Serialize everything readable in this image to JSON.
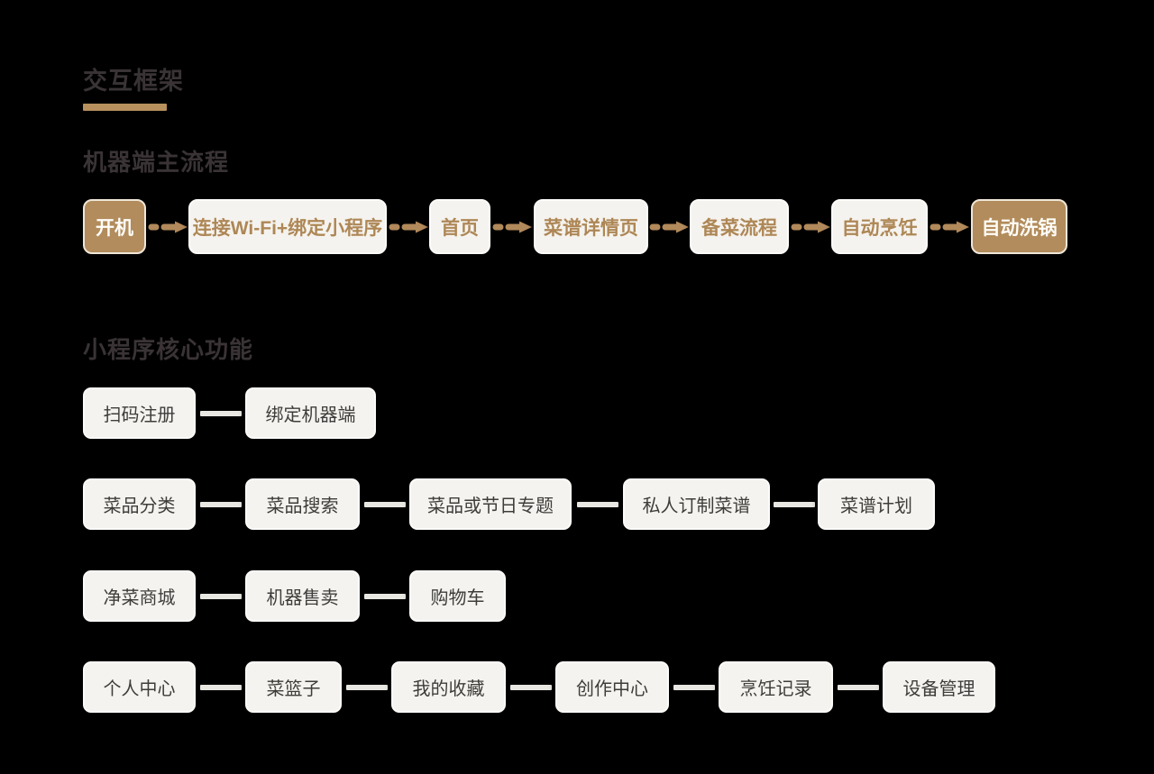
{
  "page": {
    "title": "交互框架",
    "background_color": "#000000"
  },
  "colors": {
    "accent_tan": "#b28c5c",
    "underline_tan": "#b8905e",
    "node_background": "#f5f3ef",
    "node_border": "#fcfbf9",
    "machine_node_text": "#ae8756",
    "mini_node_text": "#3e3d3b",
    "section_title_text": "#3a3335",
    "connector_gray": "#e8e7e2",
    "arrow_tan": "#b2895a"
  },
  "machine_section": {
    "title": "机器端主流程",
    "steps": [
      {
        "label": "开机",
        "accent": true
      },
      {
        "label": "连接Wi-Fi+绑定小程序",
        "accent": false
      },
      {
        "label": "首页",
        "accent": false
      },
      {
        "label": "菜谱详情页",
        "accent": false
      },
      {
        "label": "备菜流程",
        "accent": false
      },
      {
        "label": "自动烹饪",
        "accent": false
      },
      {
        "label": "自动洗锅",
        "accent": true
      }
    ]
  },
  "miniapp_section": {
    "title": "小程序核心功能",
    "rows": [
      {
        "items": [
          "扫码注册",
          "绑定机器端"
        ]
      },
      {
        "items": [
          "菜品分类",
          "菜品搜索",
          "菜品或节日专题",
          "私人订制菜谱",
          "菜谱计划"
        ]
      },
      {
        "items": [
          "净菜商城",
          "机器售卖",
          "购物车"
        ]
      },
      {
        "items": [
          "个人中心",
          "菜篮子",
          "我的收藏",
          "创作中心",
          "烹饪记录",
          "设备管理"
        ]
      }
    ]
  }
}
